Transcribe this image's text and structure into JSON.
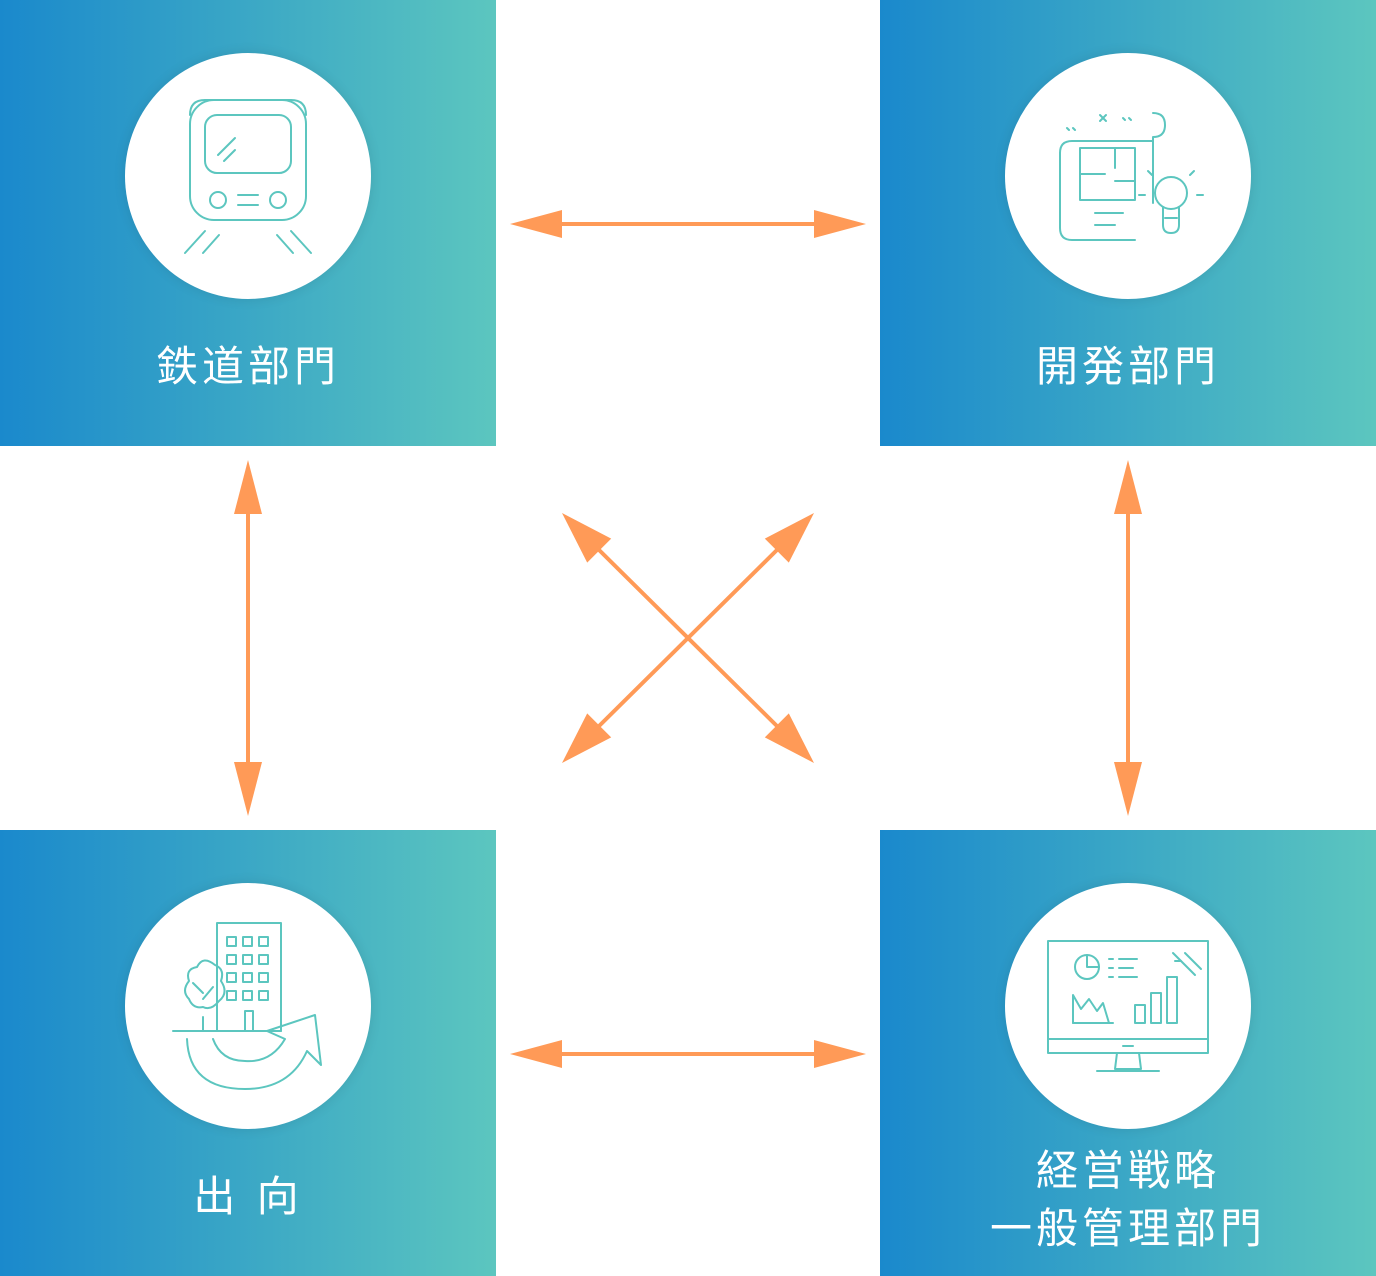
{
  "colors": {
    "gradient_start": "#1a89cc",
    "gradient_end": "#5cc6bf",
    "arrow": "#ff9a57",
    "icon_stroke": "#5cc6bf"
  },
  "departments": {
    "railway": {
      "label": "鉄道部門",
      "icon": "train-icon"
    },
    "development": {
      "label": "開発部門",
      "icon": "blueprint-lightbulb-icon"
    },
    "secondment": {
      "label": "出 向",
      "icon": "building-arrow-icon"
    },
    "management": {
      "label_line1": "経営戦略",
      "label_line2": "一般管理部門",
      "icon": "monitor-chart-icon"
    }
  },
  "arrows": [
    {
      "from": "railway",
      "to": "development",
      "type": "bidirectional"
    },
    {
      "from": "railway",
      "to": "secondment",
      "type": "bidirectional"
    },
    {
      "from": "development",
      "to": "management",
      "type": "bidirectional"
    },
    {
      "from": "secondment",
      "to": "management",
      "type": "bidirectional"
    },
    {
      "from": "railway",
      "to": "management",
      "type": "bidirectional"
    },
    {
      "from": "development",
      "to": "secondment",
      "type": "bidirectional"
    }
  ]
}
